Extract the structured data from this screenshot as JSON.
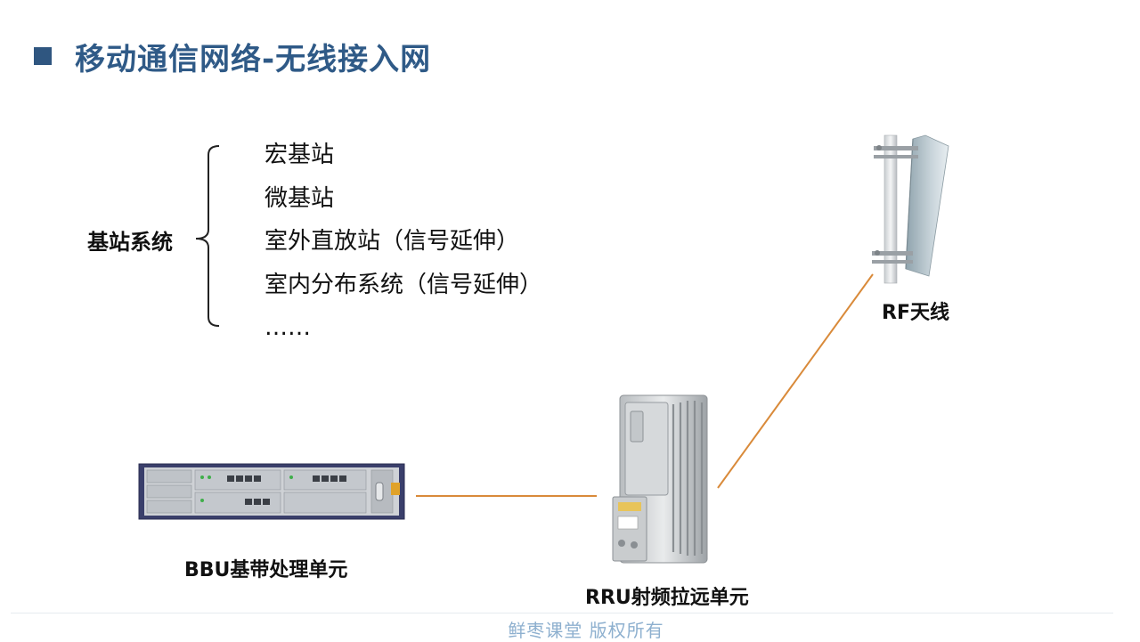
{
  "title": "移动通信网络-无线接入网",
  "base_station": {
    "label": "基站系统",
    "items": [
      "宏基站",
      "微基站",
      "室外直放站（信号延伸）",
      "室内分布系统（信号延伸）",
      "……"
    ]
  },
  "equipment": {
    "rf_antenna": "RF天线",
    "bbu": "BBU基带处理单元",
    "rru": "RRU射频拉远单元"
  },
  "footer": "鲜枣课堂  版权所有",
  "colors": {
    "title": "#2f5a87",
    "title_square": "#2f5680",
    "connector": "#d98a3a",
    "footer": "#8eb0cf"
  }
}
